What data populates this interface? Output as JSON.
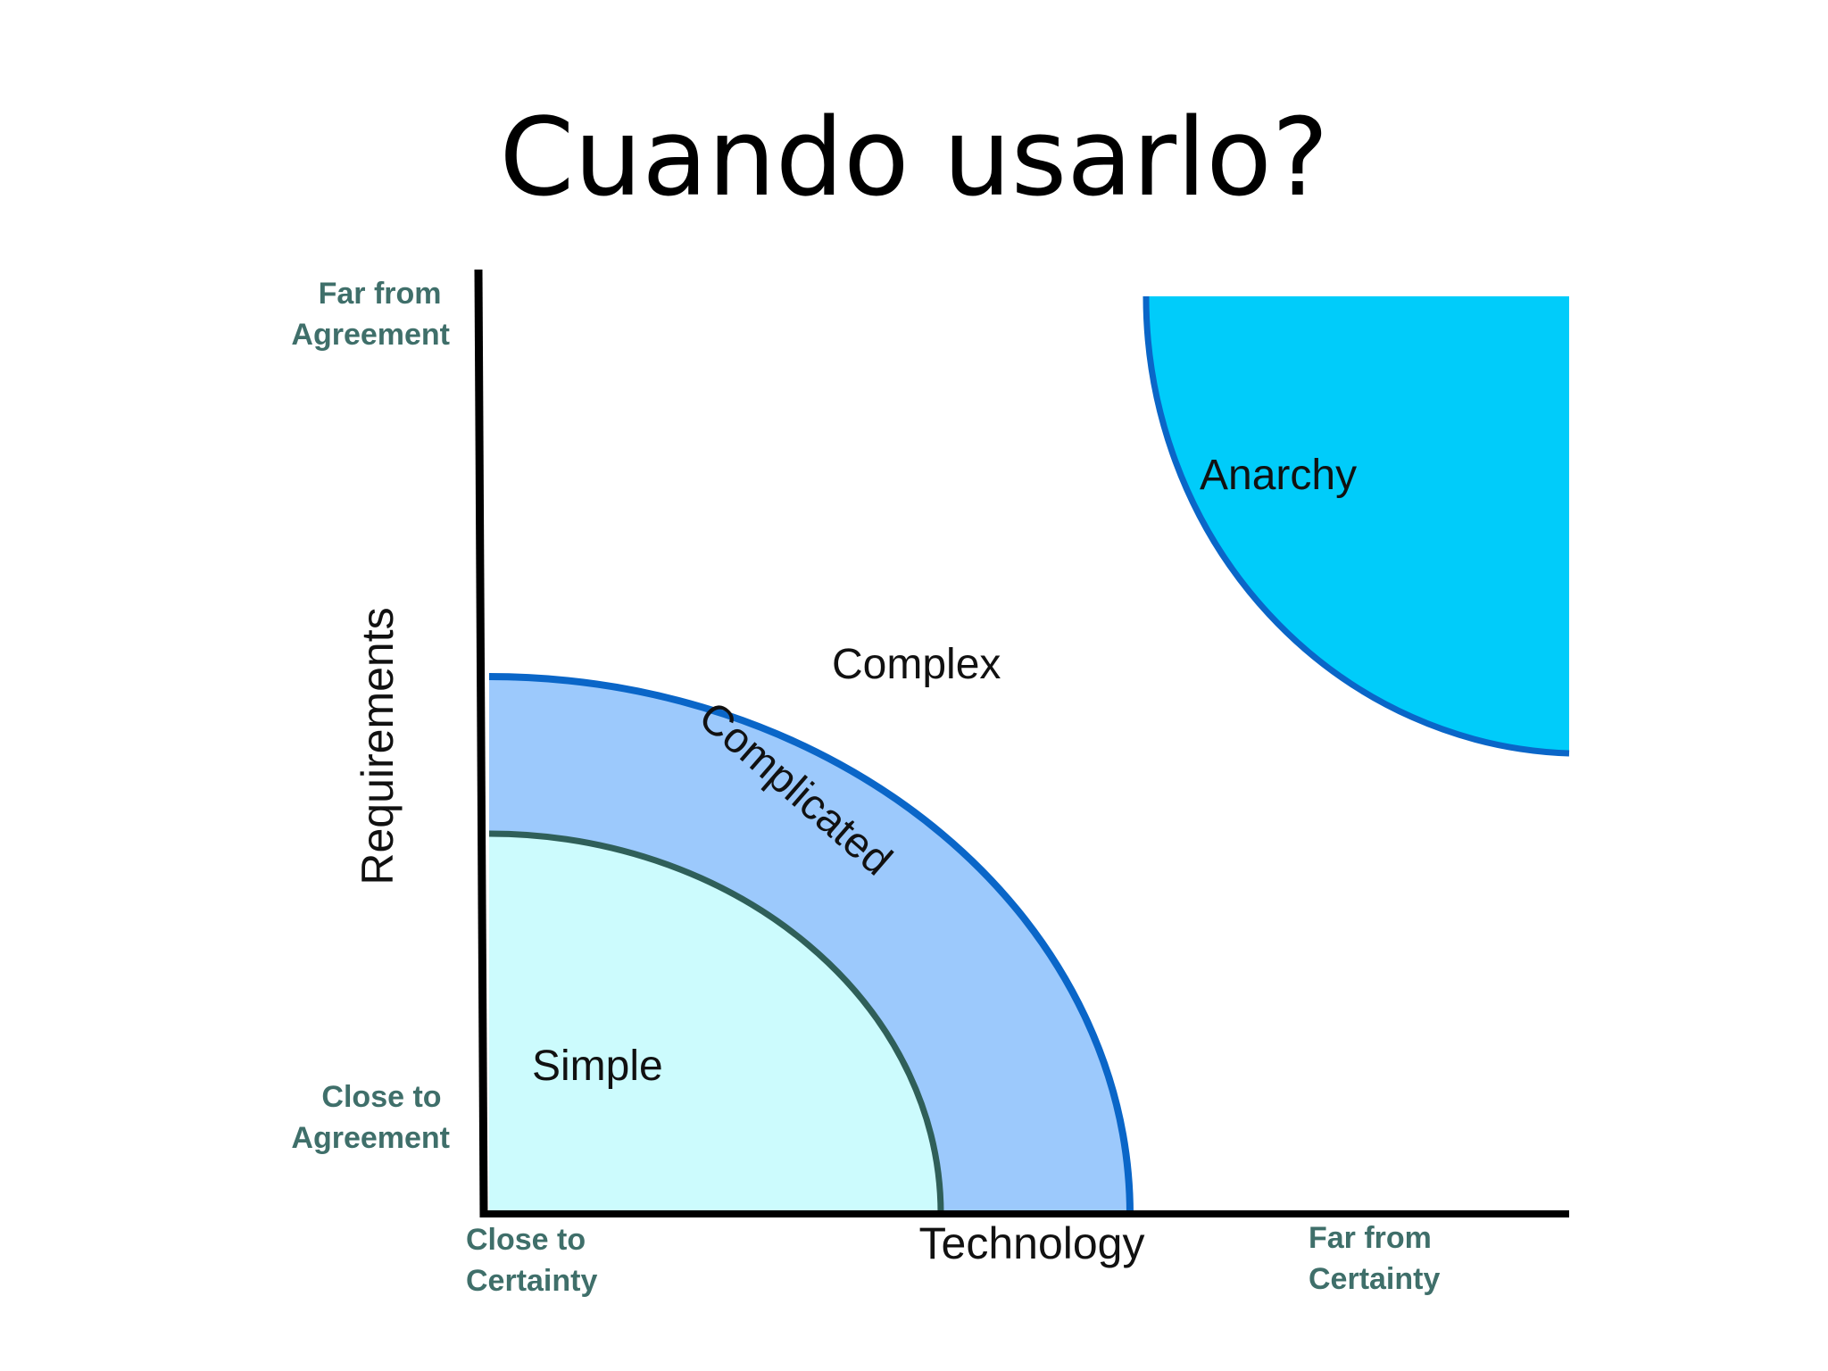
{
  "slide": {
    "title": "Cuando usarlo?"
  },
  "diagram": {
    "y_axis": {
      "title": "Requirements",
      "top_label": [
        "Far from",
        "Agreement"
      ],
      "bottom_label": [
        "Close to",
        "Agreement"
      ]
    },
    "x_axis": {
      "title": "Technology",
      "left_label": [
        "Close to",
        "Certainty"
      ],
      "right_label": [
        "Far from",
        "Certainty"
      ]
    },
    "regions": {
      "simple": "Simple",
      "complicated": "Complicated",
      "complex": "Complex",
      "anarchy": "Anarchy"
    },
    "colors": {
      "simple_fill": "#ccfbfd",
      "simple_stroke": "#2f5f59",
      "complicated_fill": "#9cc9fc",
      "complicated_stroke": "#0a66c8",
      "anarchy_fill": "#00ccfa",
      "anarchy_stroke": "#0a66c8",
      "axis": "#000000",
      "axis_note": "#3f6f6a"
    }
  }
}
